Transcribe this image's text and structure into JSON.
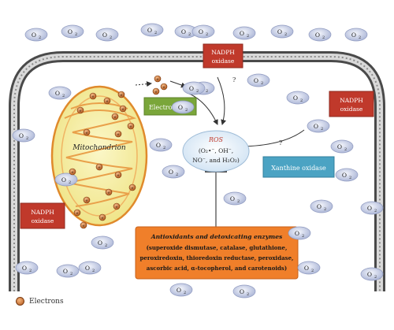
{
  "o2_label": "O",
  "o2_sub": "2",
  "nadph": [
    "NADPH",
    "oxidase"
  ],
  "mitochondrion": "Mitochondrion",
  "electron_leak": "Electron leak",
  "xanthine": "Xanthine oxidase",
  "question_mark": "?",
  "ros": {
    "title": "ROS",
    "line1": "(O₂•⁻, OH⁻,",
    "line2": "NO⁻, and H₂O₂)"
  },
  "antioxidants": {
    "title": "Antioxidants and detoxicating enzymes",
    "lines": [
      "(superoxide dismutase, catalase, glutathione,",
      "peroxiredoxin, thioredoxin reductase, peroxidase,",
      "ascorbic acid, α-tocopherol, and carotenoids)"
    ]
  },
  "electron_symbol": "e",
  "legend": "Electrons",
  "colors": {
    "membrane_dark": "#5a5a5a",
    "membrane_light": "#e8e8e8",
    "nadph_fill": "#c0392b",
    "electron_leak_fill": "#7aa63a",
    "xanthine_fill": "#4ba3c3",
    "antioxidant_fill": "#f07f2a",
    "mito_fill": "#f6f0a0",
    "mito_stroke": "#e08a2c",
    "ros_fill": "#eaf3fb"
  }
}
